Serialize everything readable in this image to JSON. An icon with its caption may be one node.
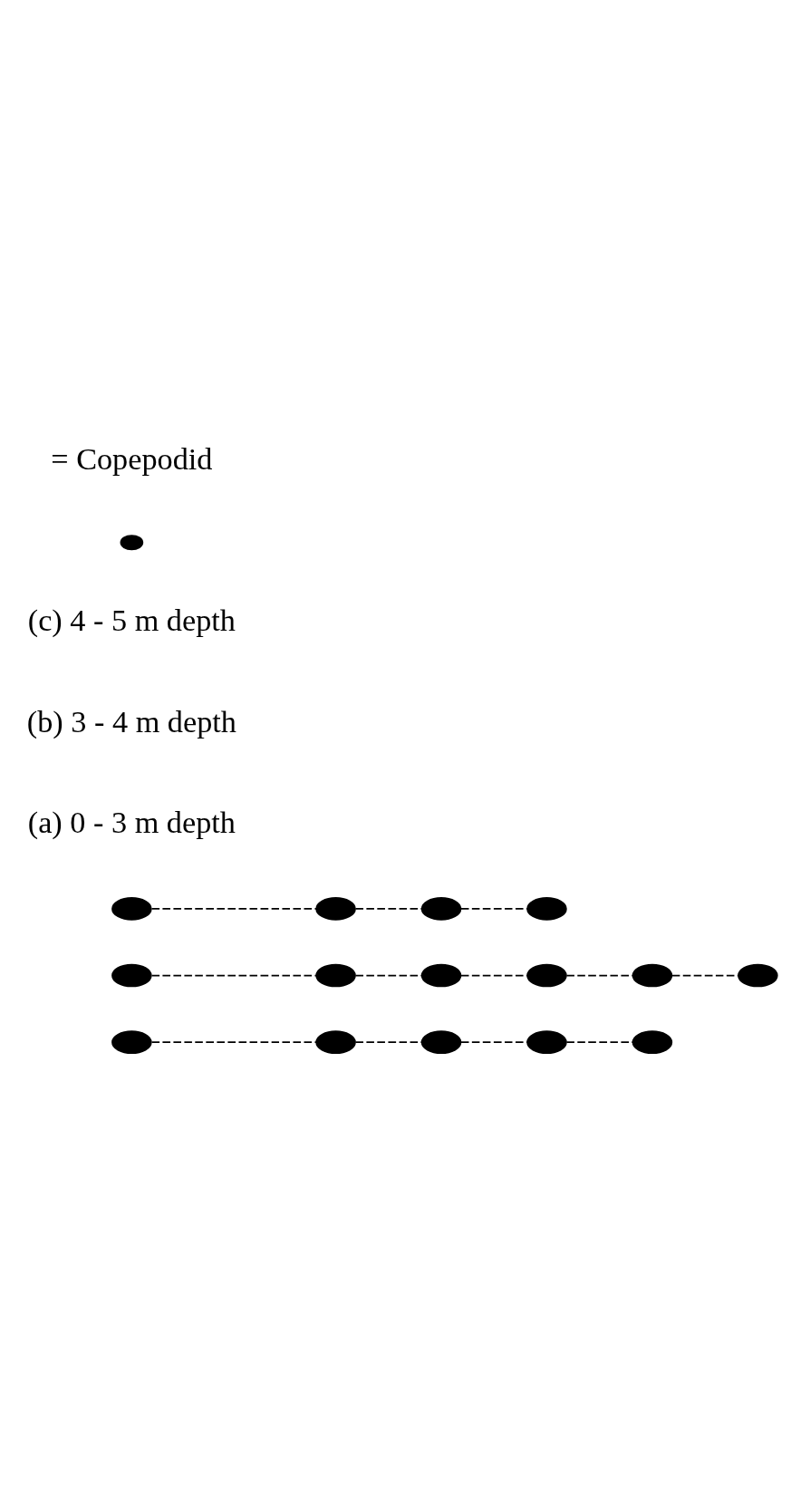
{
  "diagram": {
    "nodes": [
      {
        "text": [],
        "shape": "ellipse"
      },
      {
        "text": [],
        "shape": "ellipse"
      },
      {
        "text": [],
        "shape": "ellipse"
      },
      {
        "text": [],
        "shape": "ellipse"
      },
      {
        "text": [],
        "shape": "ellipse"
      },
      {
        "text": [],
        "shape": "ellipse"
      },
      {
        "text": [],
        "shape": "ellipse"
      },
      {
        "text": [],
        "shape": "ellipse"
      },
      {
        "text": [],
        "shape": "ellipse"
      },
      {
        "text": [],
        "shape": "ellipse"
      },
      {
        "text": [],
        "shape": "ellipse"
      },
      {
        "text": [],
        "shape": "ellipse"
      },
      {
        "text": [],
        "shape": "ellipse"
      },
      {
        "text": [],
        "shape": "ellipse"
      },
      {
        "text": [],
        "shape": "ellipse"
      }
    ],
    "edges": [
      {
        "from": 0,
        "to": 1,
        "arrow": "none",
        "style": "dashed"
      },
      {
        "from": 1,
        "to": 2,
        "arrow": "none",
        "style": "dashed"
      },
      {
        "from": 2,
        "to": 3,
        "arrow": "none",
        "style": "dashed"
      },
      {
        "from": 3,
        "to": 4,
        "arrow": "none",
        "style": "dashed"
      },
      {
        "from": 5,
        "to": 6,
        "arrow": "none",
        "style": "dashed"
      },
      {
        "from": 6,
        "to": 7,
        "arrow": "none",
        "style": "dashed"
      },
      {
        "from": 7,
        "to": 8,
        "arrow": "none",
        "style": "dashed"
      },
      {
        "from": 8,
        "to": 9,
        "arrow": "none",
        "style": "dashed"
      },
      {
        "from": 9,
        "to": 10,
        "arrow": "none",
        "style": "dashed"
      },
      {
        "from": 11,
        "to": 12,
        "arrow": "none",
        "style": "dashed"
      },
      {
        "from": 12,
        "to": 13,
        "arrow": "none",
        "style": "dashed"
      },
      {
        "from": 13,
        "to": 14,
        "arrow": "none",
        "style": "dashed"
      }
    ],
    "labels": [
      "(a) 0 - 3 m depth",
      "(b) 3 - 4 m depth",
      "(c) 4 - 5 m depth"
    ],
    "legend": [
      {
        "text": "= Copepodid"
      }
    ]
  }
}
